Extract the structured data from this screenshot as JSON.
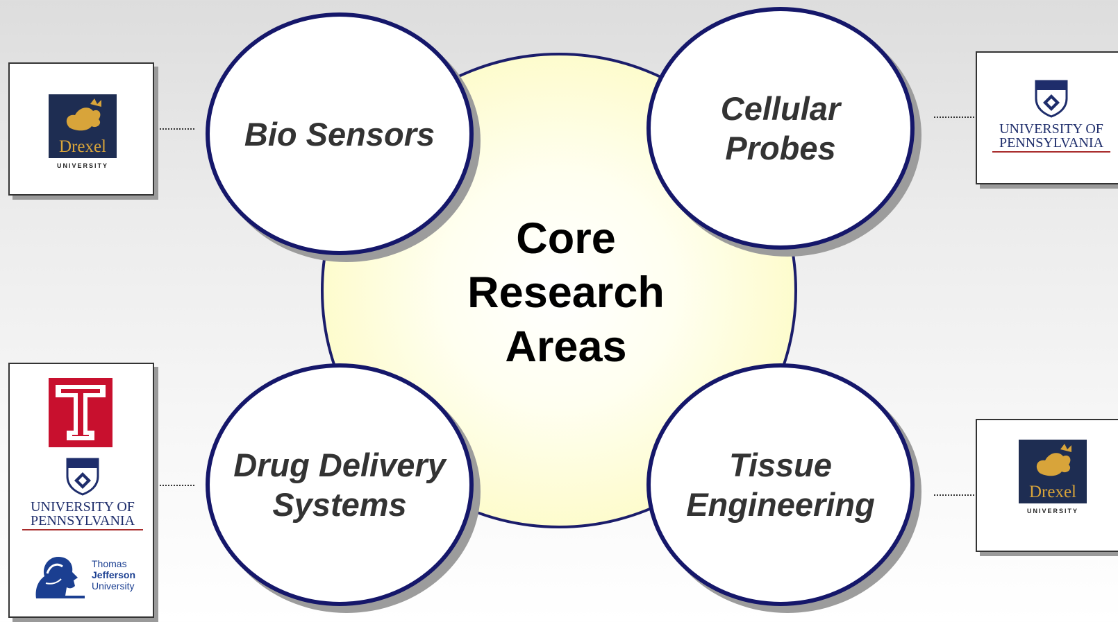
{
  "center": {
    "lines": [
      "Core",
      "Research",
      "Areas"
    ]
  },
  "areas": {
    "bio": {
      "lines": [
        "Bio Sensors"
      ]
    },
    "cellular": {
      "lines": [
        "Cellular",
        "Probes"
      ]
    },
    "drug": {
      "lines": [
        "Drug Delivery",
        "Systems"
      ]
    },
    "tissue": {
      "lines": [
        "Tissue",
        "Engineering"
      ]
    }
  },
  "logos": {
    "drexel": {
      "name": "Drexel",
      "sub": "UNIVERSITY"
    },
    "penn": {
      "line1": "UNIVERSITY OF",
      "line2": "PENNSYLVANIA"
    },
    "temple": {
      "icon": "temple-t-icon"
    },
    "jefferson": {
      "line1": "Thomas",
      "line2": "Jefferson",
      "line3": "University"
    }
  },
  "colors": {
    "circle_border": "#15176a",
    "center_fill": "#fbf7b0",
    "drexel_navy": "#1e2d52",
    "drexel_gold": "#d8a43a",
    "penn_blue": "#1e2d6b",
    "penn_red": "#a82b2b",
    "temple_red": "#c8102e",
    "jefferson_blue": "#1b3f91"
  }
}
